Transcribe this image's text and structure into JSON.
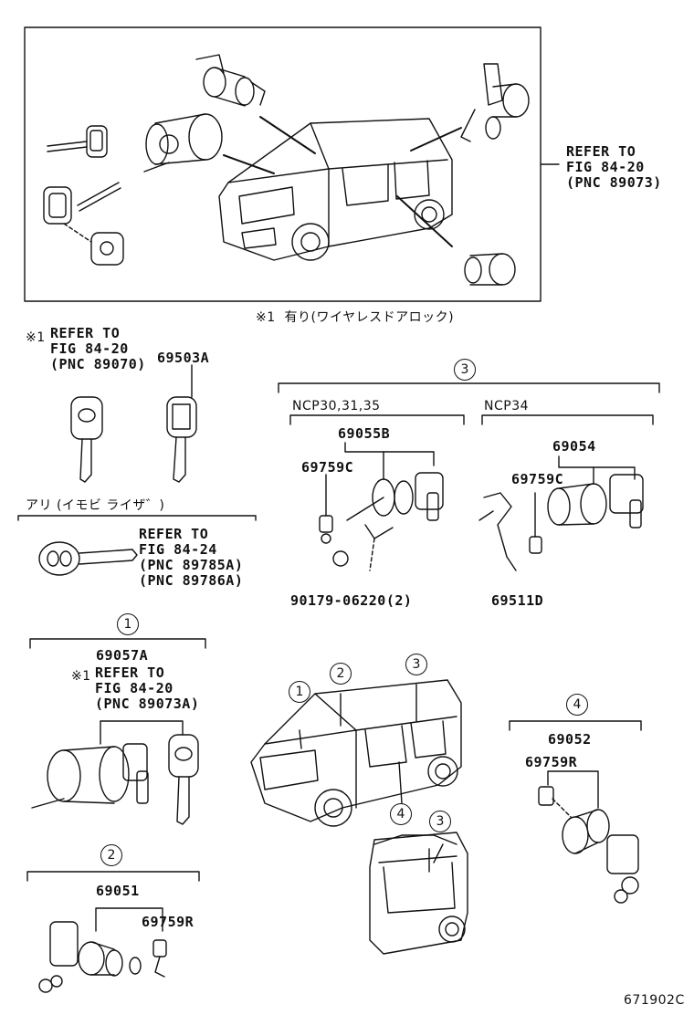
{
  "top_box": {
    "refer": [
      "REFER TO",
      "FIG 84-20",
      "(PNC 89073)"
    ]
  },
  "note_line": "※1  有り(ワイヤレスドアロック)",
  "left_key": {
    "mark": "※1",
    "refer": [
      "REFER TO",
      "FIG 84-20",
      "(PNC 89070)"
    ],
    "part_69503A": "69503A"
  },
  "immobilizer": {
    "heading": "アリ (イモビ ライザ゛)",
    "refer": [
      "REFER TO",
      "FIG 84-24",
      "(PNC 89785A)",
      "(PNC 89786A)"
    ]
  },
  "group3": {
    "number": "3",
    "variant_a": "NCP30,31,35",
    "variant_b": "NCP34",
    "part_69055B": "69055B",
    "part_69759C_a": "69759C",
    "part_90179": "90179-06220(2)",
    "part_69054": "69054",
    "part_69759C_b": "69759C",
    "part_69511D": "69511D"
  },
  "group1": {
    "number": "1",
    "part_69057A": "69057A",
    "mark": "※1",
    "refer": [
      "REFER TO",
      "FIG 84-20",
      "(PNC 89073A)"
    ]
  },
  "group2": {
    "number": "2",
    "part_69051": "69051",
    "part_69759R": "69759R"
  },
  "group4": {
    "number": "4",
    "part_69052": "69052",
    "part_69759R": "69759R"
  },
  "car_callouts": [
    "1",
    "2",
    "3",
    "4",
    "3"
  ],
  "figure_code": "671902C"
}
